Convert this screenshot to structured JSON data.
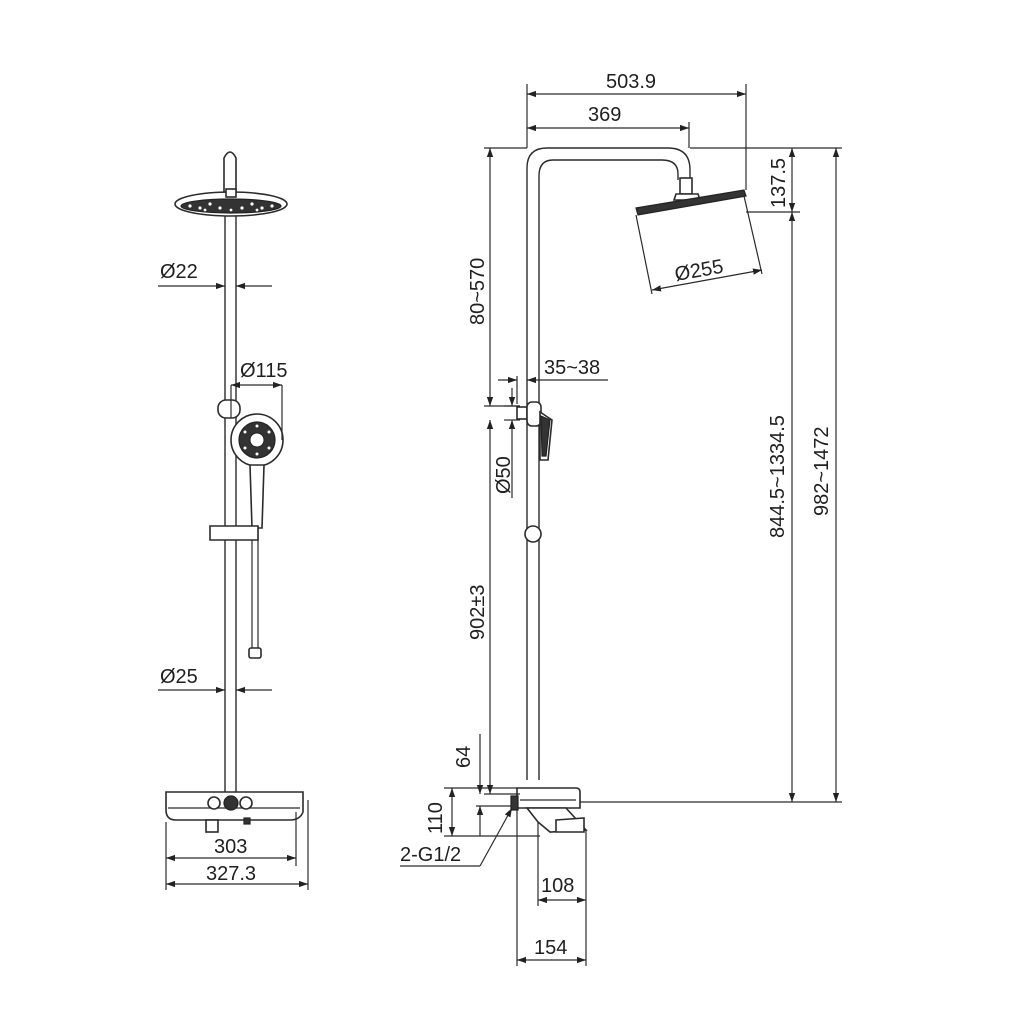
{
  "dimensions": {
    "head_arm_width": "503.9",
    "head_arm_reach": "369",
    "head_height": "137.5",
    "head_diameter": "Ø255",
    "upper_pipe_diameter": "Ø22",
    "hand_shower_diameter": "Ø115",
    "lower_pipe_diameter": "Ø25",
    "mixer_width": "303",
    "mixer_total_width": "327.3",
    "telescopic_range": "80~570",
    "wall_bracket_clearance": "35~38",
    "bracket_diameter": "Ø50",
    "mixer_to_bracket": "902±3",
    "pipe_height_range": "844.5~1334.5",
    "total_height_range": "982~1472",
    "inlet_height": "64",
    "mixer_height": "110",
    "inlet_thread": "2-G1/2",
    "mixer_depth": "108",
    "total_depth": "154"
  }
}
